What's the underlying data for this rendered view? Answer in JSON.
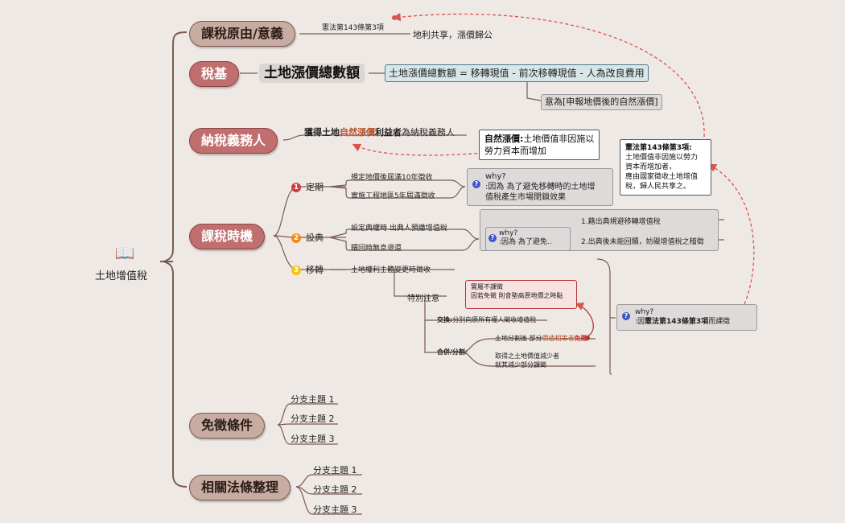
{
  "root": {
    "label": "土地增值稅",
    "icon": "book-icon"
  },
  "topics": {
    "reason": "課稅原由/意義",
    "base": "稅基",
    "payer": "納稅義務人",
    "timing": "課稅時機",
    "exempt": "免徵條件",
    "law": "相關法條整理"
  },
  "reason_branch": {
    "label": "憲法第143條第3項",
    "child": "地利共享，漲價歸公"
  },
  "base_branch": {
    "label": "土地漲價總數額",
    "formula": "土地漲價總數額 = 移轉現值 - 前次移轉現值 - 人為改良費用",
    "note": "意為[申報地價後的自然漲價]"
  },
  "payer_branch": {
    "pre": "獲得土地",
    "hl": "自然漲價",
    "bold": "利益者",
    "post": "為納稅義務人",
    "note_bold": "自然漲價:",
    "note_line1": "土地價值非因施以",
    "note_line2": "勞力資本而增加"
  },
  "constitution_note": {
    "title": "憲法第143條第3項:",
    "lines": [
      "土地價值非因施以勞力",
      "資本而增加者，",
      "應由國家徵收土地增值",
      "稅，歸人民共享之。"
    ]
  },
  "timing_branch": {
    "fixed": {
      "num": "1",
      "label": "定期",
      "items": [
        "規定地價後屆滿10年徵收",
        "實施工程地區5年屆滿徵收"
      ],
      "why_title": "why?",
      "why_lines": [
        ":因為 為了避免移轉時的土地增",
        "值稅產生市場閉鎖效果"
      ]
    },
    "pledge": {
      "num": "2",
      "label": "設典",
      "items": [
        "設定典權時 出典人預繳增值稅",
        "贖回時無息退還"
      ],
      "why_title": "why?",
      "why_text": ":因為 為了避免..",
      "reasons": [
        "1.藉出典規避移轉增值稅",
        "2.出典後未能回贖，妨礙增值稅之稽徵"
      ]
    },
    "transfer": {
      "num": "3",
      "label": "移轉",
      "item": "土地權利主體變更時徵收",
      "special": "特別注意",
      "exchange_bold": "交換:",
      "exchange_text": "分別向原所有權人徵收增值稅",
      "merge_label": "合併/分割:",
      "merge_item1_pre": "土地分割後 部分",
      "merge_item1_hl": "價值相等者",
      "merge_item1_bold": "免徵",
      "merge_item2_lines": [
        "取得之土地價值減少者",
        "就其減少部分課徵"
      ],
      "callout_lines": [
        "實屬不課徵",
        "因若免徵 則會墊高原地價之時點"
      ]
    },
    "why_right": {
      "title": "why?",
      "pre": ":因",
      "bold": "憲法第143條第3項",
      "post": "而課徵"
    }
  },
  "exempt_branch": {
    "items": [
      "分支主題 1",
      "分支主題 2",
      "分支主題 3"
    ]
  },
  "law_branch": {
    "items": [
      "分支主題 1",
      "分支主題 2",
      "分支主題 3"
    ]
  },
  "colors": {
    "red_topic": "#c06e6e",
    "brown_topic": "#c8aca2",
    "line": "#7a5b50",
    "relation": "#d9534f"
  }
}
